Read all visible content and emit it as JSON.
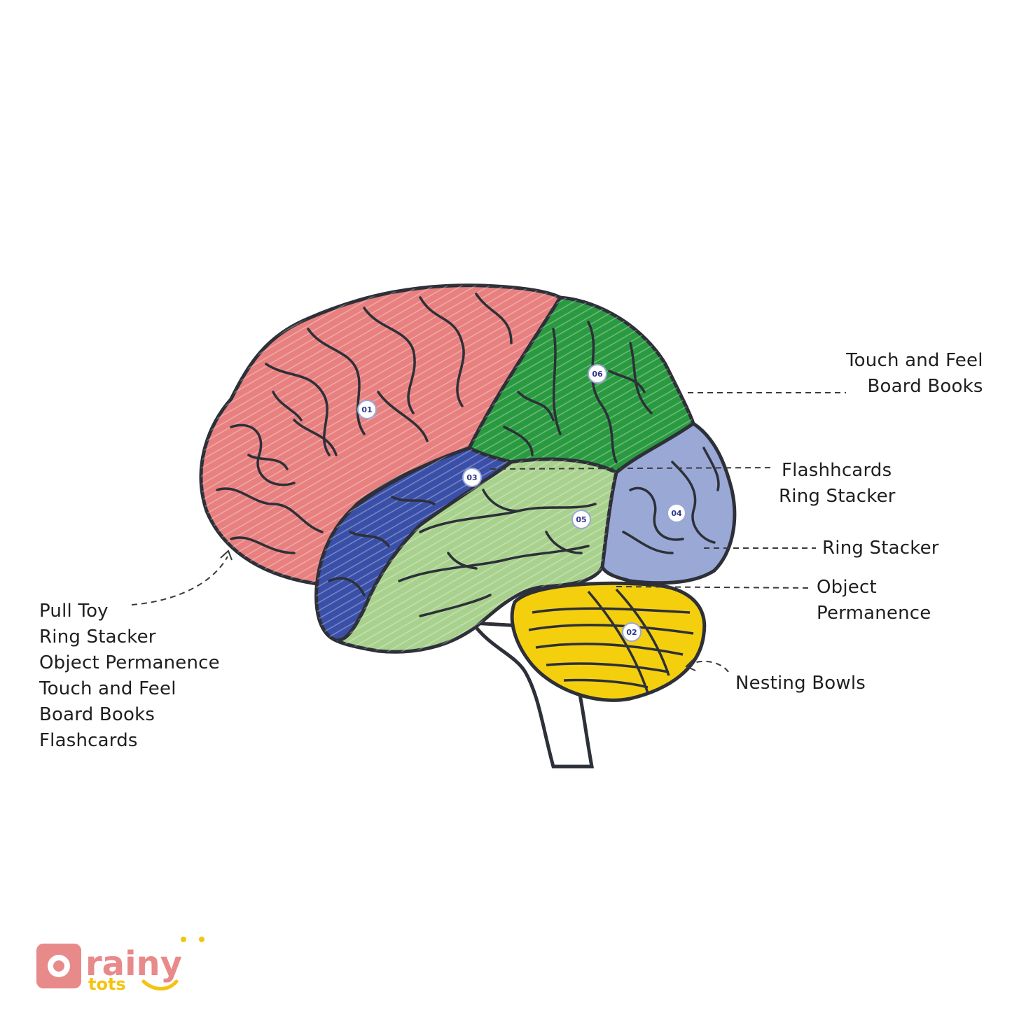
{
  "colors": {
    "frontal": "#e88080",
    "parietal": "#2a9a40",
    "temporal_front": "#3a4fa8",
    "temporal": "#a9d18e",
    "occipital": "#9aa8d6",
    "cerebellum": "#f4cf0e",
    "outline": "#2d3038",
    "badge_text": "#2d3a8c",
    "logo_pink": "#e88a8a",
    "logo_yellow": "#f4c40e"
  },
  "regions": {
    "r1": {
      "badge": "01",
      "name": "frontal"
    },
    "r2": {
      "badge": "02",
      "name": "cerebellum"
    },
    "r3": {
      "badge": "03",
      "name": "temporal-front"
    },
    "r4": {
      "badge": "04",
      "name": "occipital"
    },
    "r5": {
      "badge": "05",
      "name": "temporal"
    },
    "r6": {
      "badge": "06",
      "name": "parietal"
    }
  },
  "labels": {
    "touch_feel": [
      "Touch and Feel",
      "Board Books"
    ],
    "flashcards_ring": [
      "Flashhcards",
      "Ring Stacker"
    ],
    "ring_stacker": [
      "Ring Stacker"
    ],
    "object_permanence": [
      "Object",
      "Permanence"
    ],
    "nesting_bowls": [
      "Nesting Bowls"
    ],
    "left_list": [
      "Pull Toy",
      "Ring Stacker",
      "Object Permanence",
      "Touch and Feel",
      "Board Books",
      "Flashcards"
    ]
  },
  "logo": {
    "top": "rainy",
    "bottom": "tots"
  }
}
